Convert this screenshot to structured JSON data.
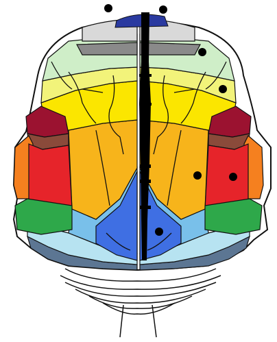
{
  "diagram": {
    "kind": "colored brain region map, dorsal view",
    "colors": {
      "navy": "#2a3aa0",
      "light_gray": "#d9d9d9",
      "mid_gray": "#8a8a8a",
      "pale_green": "#cfeec8",
      "light_yellow": "#f2f37a",
      "yellow": "#fbe600",
      "orange_yellow": "#f7b41b",
      "pale_blue": "#b7e3f1",
      "light_blue": "#79c0ea",
      "blue": "#3f6fe3",
      "slate": "#5c7693",
      "dark_red": "#9b1230",
      "brown": "#8a4a3a",
      "red": "#e6242a",
      "orange": "#f5801f",
      "green": "#2ea84a",
      "outline": "#111111",
      "midline": "#000000"
    },
    "markers": [
      {
        "name": "marker-top-left",
        "color": "#000000"
      },
      {
        "name": "marker-top-center",
        "color": "#000000"
      },
      {
        "name": "marker-right-upper",
        "color": "#000000"
      },
      {
        "name": "marker-right-mid",
        "color": "#000000"
      },
      {
        "name": "marker-right-yellow",
        "color": "#000000"
      },
      {
        "name": "marker-right-red",
        "color": "#000000"
      },
      {
        "name": "marker-center-blue",
        "color": "#000000"
      }
    ]
  }
}
